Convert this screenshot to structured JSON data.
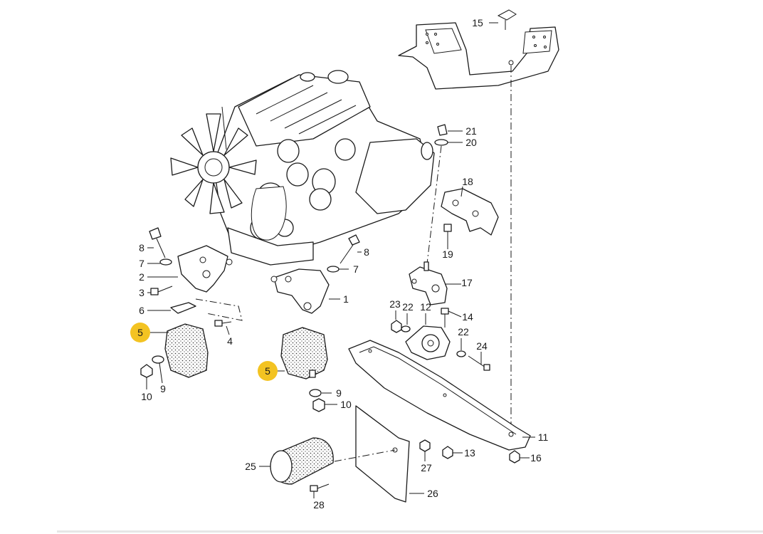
{
  "diagram": {
    "callouts": {
      "c1": "1",
      "c2": "2",
      "c3": "3",
      "c4": "4",
      "c5a": "5",
      "c5b": "5",
      "c6": "6",
      "c7a": "7",
      "c7b": "7",
      "c8a": "8",
      "c8b": "8",
      "c9a": "9",
      "c9b": "9",
      "c10a": "10",
      "c10b": "10",
      "c11": "11",
      "c12": "12",
      "c13": "13",
      "c14": "14",
      "c15": "15",
      "c16": "16",
      "c17": "17",
      "c18": "18",
      "c19": "19",
      "c20": "20",
      "c21": "21",
      "c22a": "22",
      "c22b": "22",
      "c23": "23",
      "c24": "24",
      "c25": "25",
      "c26": "26",
      "c27": "27",
      "c28": "28"
    },
    "highlight_color": "#f3c322"
  }
}
